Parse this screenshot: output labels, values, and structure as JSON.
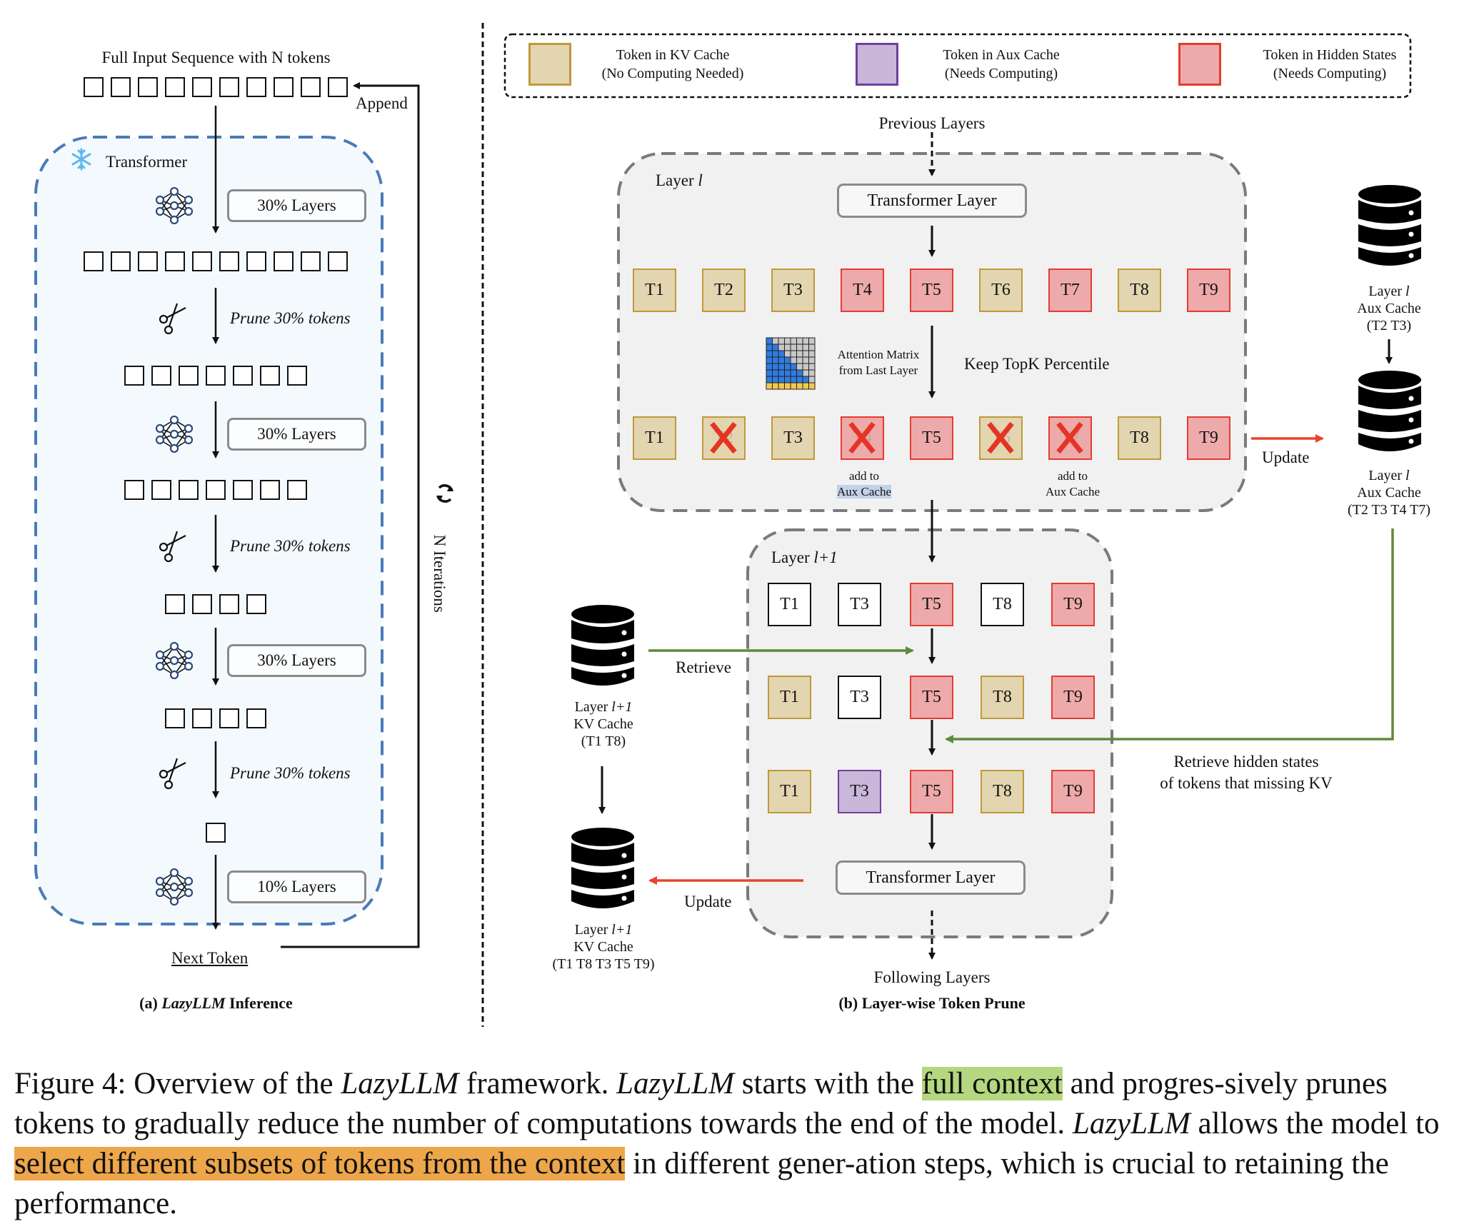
{
  "panel_a": {
    "input_label": "Full Input Sequence with N tokens",
    "append_label": "Append",
    "transformer_label": "Transformer",
    "steps": [
      {
        "type": "layers",
        "label": "30% Layers"
      },
      {
        "type": "prune",
        "label": "Prune 30% tokens"
      },
      {
        "type": "layers",
        "label": "30% Layers"
      },
      {
        "type": "prune",
        "label": "Prune 30% tokens"
      },
      {
        "type": "layers",
        "label": "30% Layers"
      },
      {
        "type": "prune",
        "label": "Prune 30% tokens"
      },
      {
        "type": "layers",
        "label": "10% Layers"
      }
    ],
    "token_rows": [
      10,
      10,
      7,
      7,
      4,
      4,
      1
    ],
    "next_token_label": "Next Token",
    "iterations_label": "N Iterations",
    "subcaption_prefix": "(a) ",
    "subcaption_em": "LazyLLM",
    "subcaption_suffix": " Inference"
  },
  "legend": {
    "items": [
      {
        "line1": "Token in KV Cache",
        "line2": "(No Computing Needed)",
        "color": "#e2d5b0",
        "border": "#bf9a3a"
      },
      {
        "line1": "Token in Aux Cache",
        "line2": "(Needs Computing)",
        "color": "#c9b6d9",
        "border": "#6f3fa0"
      },
      {
        "line1": "Token in Hidden States",
        "line2": "(Needs Computing)",
        "color": "#eeaaaa",
        "border": "#e53b33"
      }
    ]
  },
  "panel_b": {
    "previous_layers": "Previous Layers",
    "following_layers": "Following Layers",
    "layer_l": {
      "title_prefix": "Layer ",
      "title_var": "l",
      "transformer_label": "Transformer Layer",
      "row1": [
        {
          "id": "T1",
          "state": "kv"
        },
        {
          "id": "T2",
          "state": "kv"
        },
        {
          "id": "T3",
          "state": "kv"
        },
        {
          "id": "T4",
          "state": "hid"
        },
        {
          "id": "T5",
          "state": "hid"
        },
        {
          "id": "T6",
          "state": "kv"
        },
        {
          "id": "T7",
          "state": "hid"
        },
        {
          "id": "T8",
          "state": "kv"
        },
        {
          "id": "T9",
          "state": "hid"
        }
      ],
      "row2": [
        {
          "id": "T1",
          "state": "kv",
          "pruned": false
        },
        {
          "id": "T2",
          "state": "kv",
          "pruned": true
        },
        {
          "id": "T3",
          "state": "kv",
          "pruned": false
        },
        {
          "id": "T4",
          "state": "hid",
          "pruned": true
        },
        {
          "id": "T5",
          "state": "hid",
          "pruned": false
        },
        {
          "id": "T6",
          "state": "kv",
          "pruned": true
        },
        {
          "id": "T7",
          "state": "hid",
          "pruned": true
        },
        {
          "id": "T8",
          "state": "kv",
          "pruned": false
        },
        {
          "id": "T9",
          "state": "hid",
          "pruned": false
        }
      ],
      "attention_label_1": "Attention Matrix",
      "attention_label_2": "from Last Layer",
      "keep_label": "Keep TopK Percentile",
      "add_to_1": "add to",
      "aux_cache_1": "Aux Cache",
      "add_to_2": "add to",
      "aux_cache_2": "Aux Cache"
    },
    "update_label_top": "Update",
    "aux_cache_before": {
      "line1_prefix": "Layer ",
      "line1_var": "l",
      "line2": "Aux Cache",
      "line3": "(T2 T3)"
    },
    "aux_cache_after": {
      "line1_prefix": "Layer ",
      "line1_var": "l",
      "line2": "Aux Cache",
      "line3": "(T2 T3 T4 T7)"
    },
    "layer_l1": {
      "title_prefix": "Layer ",
      "title_var": "l+1",
      "rows": [
        [
          {
            "id": "T1",
            "state": "plain"
          },
          {
            "id": "T3",
            "state": "plain"
          },
          {
            "id": "T5",
            "state": "hid"
          },
          {
            "id": "T8",
            "state": "plain"
          },
          {
            "id": "T9",
            "state": "hid"
          }
        ],
        [
          {
            "id": "T1",
            "state": "kv"
          },
          {
            "id": "T3",
            "state": "plain"
          },
          {
            "id": "T5",
            "state": "hid"
          },
          {
            "id": "T8",
            "state": "kv"
          },
          {
            "id": "T9",
            "state": "hid"
          }
        ],
        [
          {
            "id": "T1",
            "state": "kv"
          },
          {
            "id": "T3",
            "state": "aux"
          },
          {
            "id": "T5",
            "state": "hid"
          },
          {
            "id": "T8",
            "state": "kv"
          },
          {
            "id": "T9",
            "state": "hid"
          }
        ]
      ],
      "transformer_label": "Transformer Layer"
    },
    "retrieve_label": "Retrieve",
    "retrieve_hidden_1": "Retrieve hidden states",
    "retrieve_hidden_2": "of tokens that missing KV",
    "kv_cache_before": {
      "line1_prefix": "Layer ",
      "line1_var": "l+1",
      "line2": "KV Cache",
      "line3": "(T1 T8)"
    },
    "kv_cache_after": {
      "line1_prefix": "Layer ",
      "line1_var": "l+1",
      "line2": "KV Cache",
      "line3": "(T1 T8 T3 T5 T9)"
    },
    "update_label_bottom": "Update",
    "subcaption": "(b) Layer-wise Token Prune"
  },
  "caption": {
    "p1": "Figure 4: Overview of the ",
    "em1": "LazyLLM",
    "p2": " framework. ",
    "em2": "LazyLLM",
    "p3": " starts with the ",
    "hl1": "full context",
    "p4": " and progres-sively prunes tokens to gradually reduce the number of computations towards the end of the model. ",
    "em3": "LazyLLM",
    "p5": " allows the model to ",
    "hl2": "select different subsets of tokens from the context",
    "p6": " in different gener-ation steps, which is crucial to retaining the performance."
  },
  "colors": {
    "kv_fill": "#e2d5b0",
    "kv_border": "#bf9a3a",
    "aux_fill": "#c9b6d9",
    "aux_border": "#6f3fa0",
    "hid_fill": "#eeaaaa",
    "hid_border": "#e53b33",
    "green_arrow": "#5e8a3a",
    "red_arrow": "#e8442b",
    "transformer_dash": "#4a7bb8",
    "highlight_green": "#b4d77f",
    "highlight_orange": "#eda64a"
  }
}
